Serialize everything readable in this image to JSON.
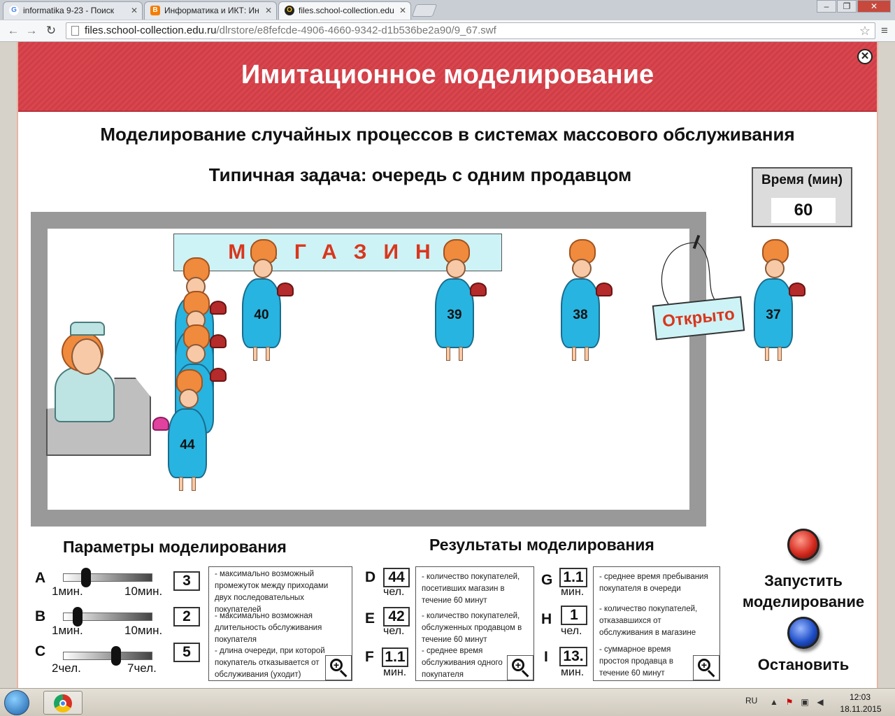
{
  "browser": {
    "tabs": [
      {
        "title": "informatika 9-23 - Поиск",
        "favicon": "G"
      },
      {
        "title": "Информатика и ИКТ: Ин",
        "favicon": "B"
      },
      {
        "title": "files.school-collection.edu",
        "favicon": "O"
      }
    ],
    "url_host": "files.school-collection.edu.ru",
    "url_path": "/dlrstore/e8fefcde-4906-4660-9342-d1b536be2a90/9_67.swf"
  },
  "app": {
    "banner_title": "Имитационное моделирование",
    "subtitle": "Моделирование случайных процессов в системах массового обслуживания",
    "task_title": "Типичная задача: очередь с одним продавцом",
    "timer": {
      "label": "Время (мин)",
      "value": "60"
    },
    "shop_sign": "МАГАЗИН",
    "open_sign": "Открыто",
    "customers": {
      "serving": "44",
      "queue": [
        "40",
        "39",
        "38",
        "37"
      ]
    },
    "params": {
      "title": "Параметры моделирования",
      "items": [
        {
          "letter": "A",
          "min_label": "1мин.",
          "max_label": "10мин.",
          "value": "3",
          "level": 0.22,
          "desc": "- максимально возможный промежуток между приходами двух последовательных покупателей"
        },
        {
          "letter": "B",
          "min_label": "1мин.",
          "max_label": "10мин.",
          "value": "2",
          "level": 0.11,
          "desc": "- максимально возможная длительность обслуживания покупателя"
        },
        {
          "letter": "C",
          "min_label": "2чел.",
          "max_label": "7чел.",
          "value": "5",
          "level": 0.6,
          "desc": "- длина очереди, при которой покупатель отказывается от обслуживания (уходит)"
        }
      ]
    },
    "results": {
      "title": "Результаты моделирования",
      "col1": [
        {
          "letter": "D",
          "value": "44",
          "unit": "чел.",
          "desc": "- количество покупателей, посетивших магазин в течение 60 минут"
        },
        {
          "letter": "E",
          "value": "42",
          "unit": "чел.",
          "desc": "- количество покупателей, обслуженных продавцом в течение 60 минут"
        },
        {
          "letter": "F",
          "value": "1.1",
          "unit": "мин.",
          "desc": "- среднее время обслуживания одного покупателя"
        }
      ],
      "col2": [
        {
          "letter": "G",
          "value": "1.1",
          "unit": "мин.",
          "desc": "- среднее время пребывания покупателя в очереди"
        },
        {
          "letter": "H",
          "value": "1",
          "unit": "чел.",
          "desc": "- количество покупателей, отказавшихся от обслуживания в магазине"
        },
        {
          "letter": "I",
          "value": "13.",
          "unit": "мин.",
          "desc": "- суммарное время простоя продавца в течение 60 минут"
        }
      ]
    },
    "controls": {
      "start_label": "Запустить моделирование",
      "stop_label": "Остановить",
      "start_color": "#d42a1e",
      "stop_color": "#1f4fc8"
    }
  },
  "taskbar": {
    "lang": "RU",
    "time": "12:03",
    "date": "18.11.2015"
  }
}
